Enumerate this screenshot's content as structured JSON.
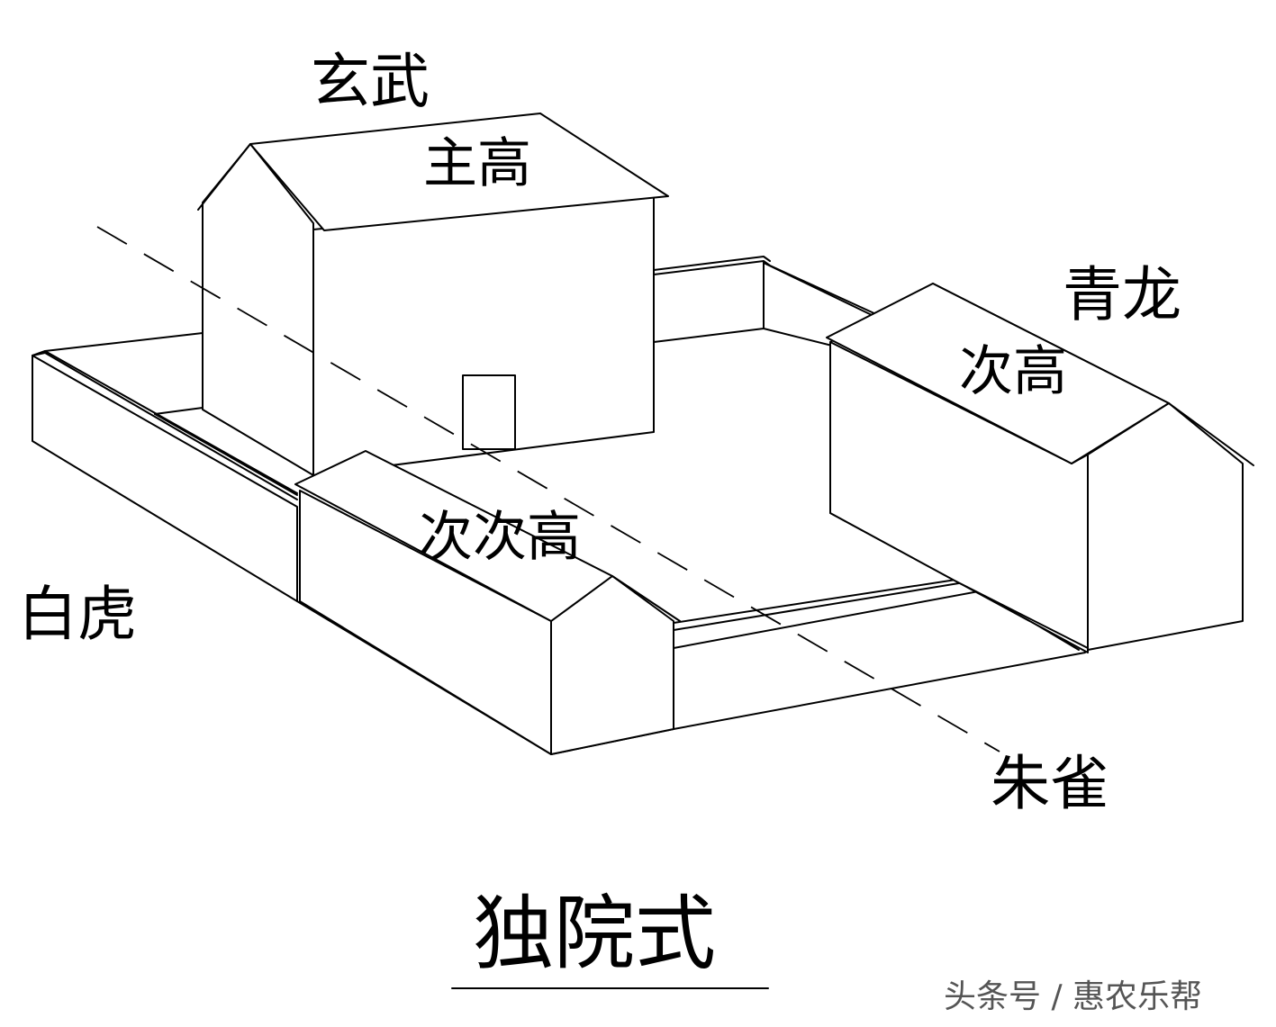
{
  "labels": {
    "north": "玄武",
    "main_house": "主高",
    "east": "青龙",
    "east_house": "次高",
    "front_house": "次次高",
    "west": "白虎",
    "south": "朱雀"
  },
  "title": "独院式",
  "watermark": "头条号 / 惠农乐帮",
  "colors": {
    "line": "#000000",
    "background": "#ffffff",
    "watermark": "#555555"
  }
}
